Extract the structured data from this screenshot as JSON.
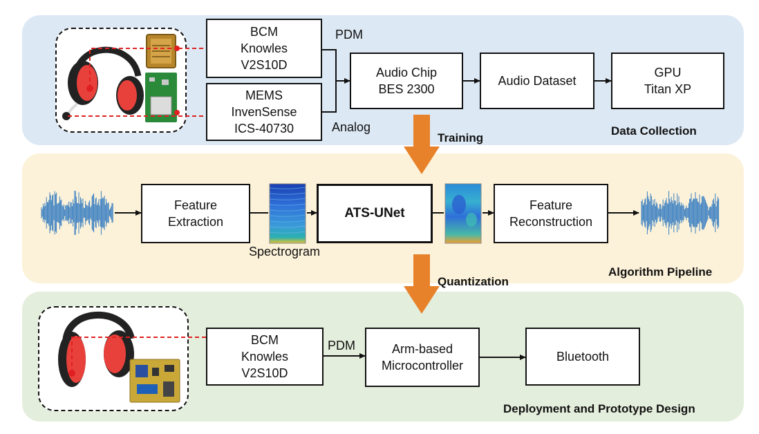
{
  "stages": {
    "data_collection": {
      "title": "Data Collection",
      "bcm_box": "BCM\nKnowles\nV2S10D",
      "mems_box": "MEMS\nInvenSense\nICS-40730",
      "pdm_label": "PDM",
      "analog_label": "Analog",
      "audio_chip_box": "Audio Chip\nBES 2300",
      "dataset_box": "Audio Dataset",
      "gpu_box": "GPU\nTitan XP"
    },
    "algorithm_pipeline": {
      "title": "Algorithm Pipeline",
      "feature_extraction_box": "Feature\nExtraction",
      "spectrogram_label": "Spectrogram",
      "model_box": "ATS-UNet",
      "feature_reconstruction_box": "Feature\nReconstruction"
    },
    "deployment": {
      "title": "Deployment and Prototype Design",
      "bcm_box": "BCM\nKnowles\nV2S10D",
      "pdm_label": "PDM",
      "mcu_box": "Arm-based\nMicrocontroller",
      "bluetooth_box": "Bluetooth"
    }
  },
  "transitions": {
    "training": "Training",
    "quantization": "Quantization"
  },
  "colors": {
    "panel_blue": "#dce8f4",
    "panel_yellow": "#fcf2d9",
    "panel_green": "#e4eedc",
    "arrow_orange": "#e8822a",
    "dashed_red": "#e02020",
    "waveform_blue": "#3a7fc1",
    "headphone_red": "#e8413c"
  },
  "icons": [
    "headphone-icon",
    "bcm-chip-icon",
    "mems-board-icon",
    "waveform-icon",
    "spectrogram-icon",
    "prototype-board-icon"
  ]
}
